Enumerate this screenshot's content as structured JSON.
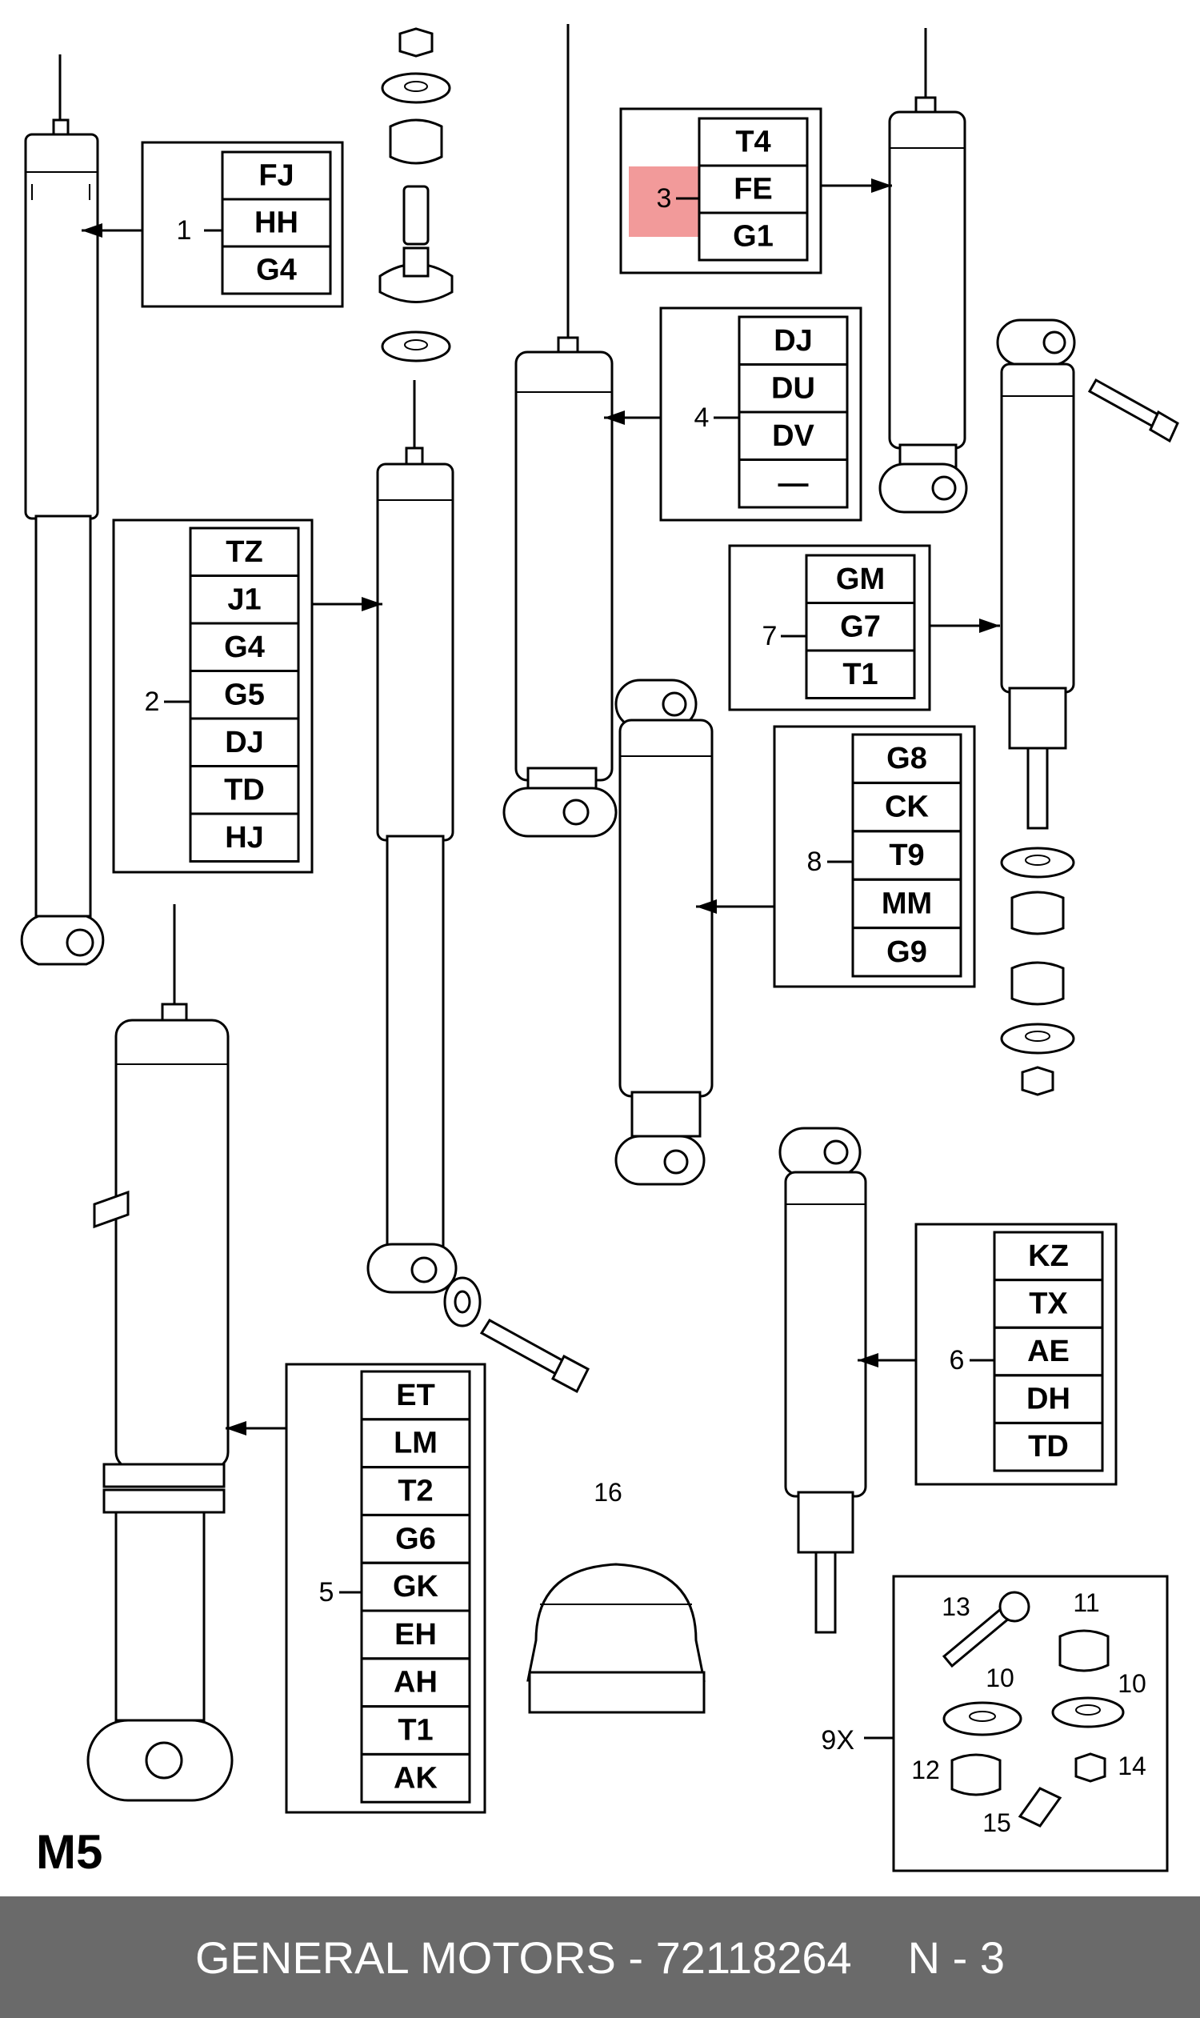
{
  "page_mark": "M5",
  "footer": {
    "manufacturer_part": "GENERAL MOTORS - 72118264",
    "page_code": "N - 3"
  },
  "highlight_color": "#f29a9a",
  "callouts": [
    {
      "ref": "1",
      "codes": [
        "FJ",
        "HH",
        "G4"
      ]
    },
    {
      "ref": "2",
      "codes": [
        "TZ",
        "J1",
        "G4",
        "G5",
        "DJ",
        "TD",
        "HJ"
      ]
    },
    {
      "ref": "3",
      "codes": [
        "T4",
        "FE",
        "G1"
      ],
      "highlighted": true
    },
    {
      "ref": "4",
      "codes": [
        "DJ",
        "DU",
        "DV",
        "—"
      ]
    },
    {
      "ref": "5",
      "codes": [
        "ET",
        "LM",
        "T2",
        "G6",
        "GK",
        "EH",
        "AH",
        "T1",
        "AK"
      ]
    },
    {
      "ref": "6",
      "codes": [
        "KZ",
        "TX",
        "AE",
        "DH",
        "TD"
      ]
    },
    {
      "ref": "7",
      "codes": [
        "GM",
        "G7",
        "T1"
      ]
    },
    {
      "ref": "8",
      "codes": [
        "G8",
        "CK",
        "T9",
        "MM",
        "G9"
      ]
    }
  ],
  "kit": {
    "ref": "9X",
    "part_refs": [
      "13",
      "11",
      "10",
      "10",
      "12",
      "14",
      "15"
    ]
  },
  "boot_ref": "16"
}
